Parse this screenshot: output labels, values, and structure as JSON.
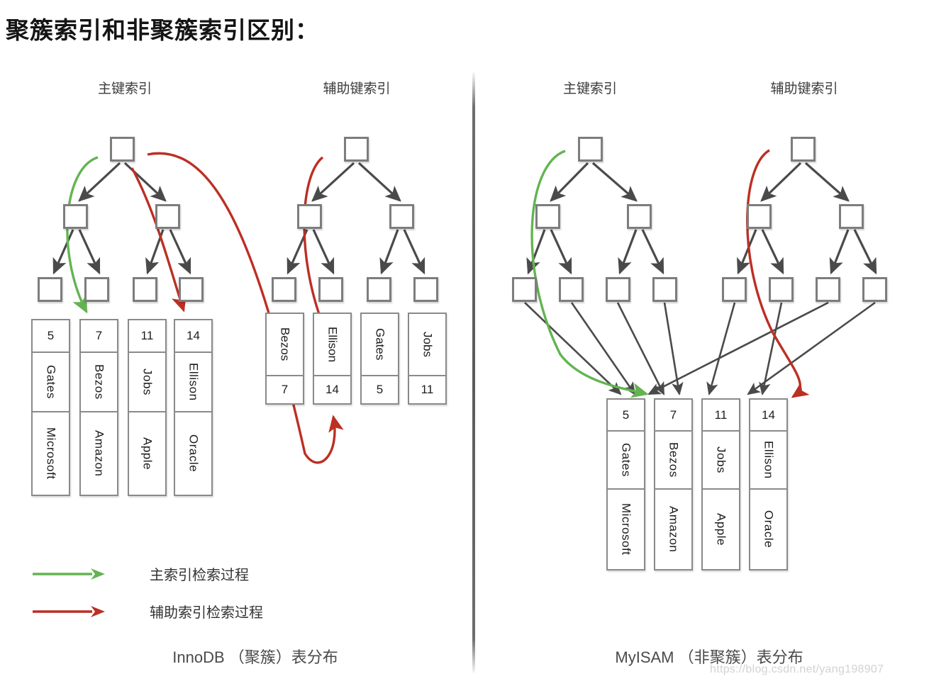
{
  "title": "聚簇索引和非聚簇索引区别：",
  "panels": {
    "left": {
      "caption": "InnoDB （聚簇）表分布",
      "primary_header": "主键索引",
      "secondary_header": "辅助键索引",
      "primary_records": [
        {
          "id": "5",
          "name": "Gates",
          "company": "Microsoft"
        },
        {
          "id": "7",
          "name": "Bezos",
          "company": "Amazon"
        },
        {
          "id": "11",
          "name": "Jobs",
          "company": "Apple"
        },
        {
          "id": "14",
          "name": "Ellison",
          "company": "Oracle"
        }
      ],
      "secondary_records": [
        {
          "name": "Bezos",
          "id": "7"
        },
        {
          "name": "Ellison",
          "id": "14"
        },
        {
          "name": "Gates",
          "id": "5"
        },
        {
          "name": "Jobs",
          "id": "11"
        }
      ]
    },
    "right": {
      "caption": "MyISAM （非聚簇）表分布",
      "primary_header": "主键索引",
      "secondary_header": "辅助键索引",
      "data_records": [
        {
          "id": "5",
          "name": "Gates",
          "company": "Microsoft"
        },
        {
          "id": "7",
          "name": "Bezos",
          "company": "Amazon"
        },
        {
          "id": "11",
          "name": "Jobs",
          "company": "Apple"
        },
        {
          "id": "14",
          "name": "Ellison",
          "company": "Oracle"
        }
      ]
    }
  },
  "legend": [
    {
      "color": "#63b451",
      "label": "主索引检索过程",
      "icon": "green-arrow-icon"
    },
    {
      "color": "#bc2f24",
      "label": "辅助索引检索过程",
      "icon": "red-arrow-icon"
    }
  ],
  "colors": {
    "primary_path": "#63b451",
    "secondary_path": "#bc2f24",
    "tree_edge": "#4a4a4a",
    "node_border": "#7d7d7d",
    "divider": "#6d6d6d"
  },
  "watermark": "https://blog.csdn.net/yang198907"
}
